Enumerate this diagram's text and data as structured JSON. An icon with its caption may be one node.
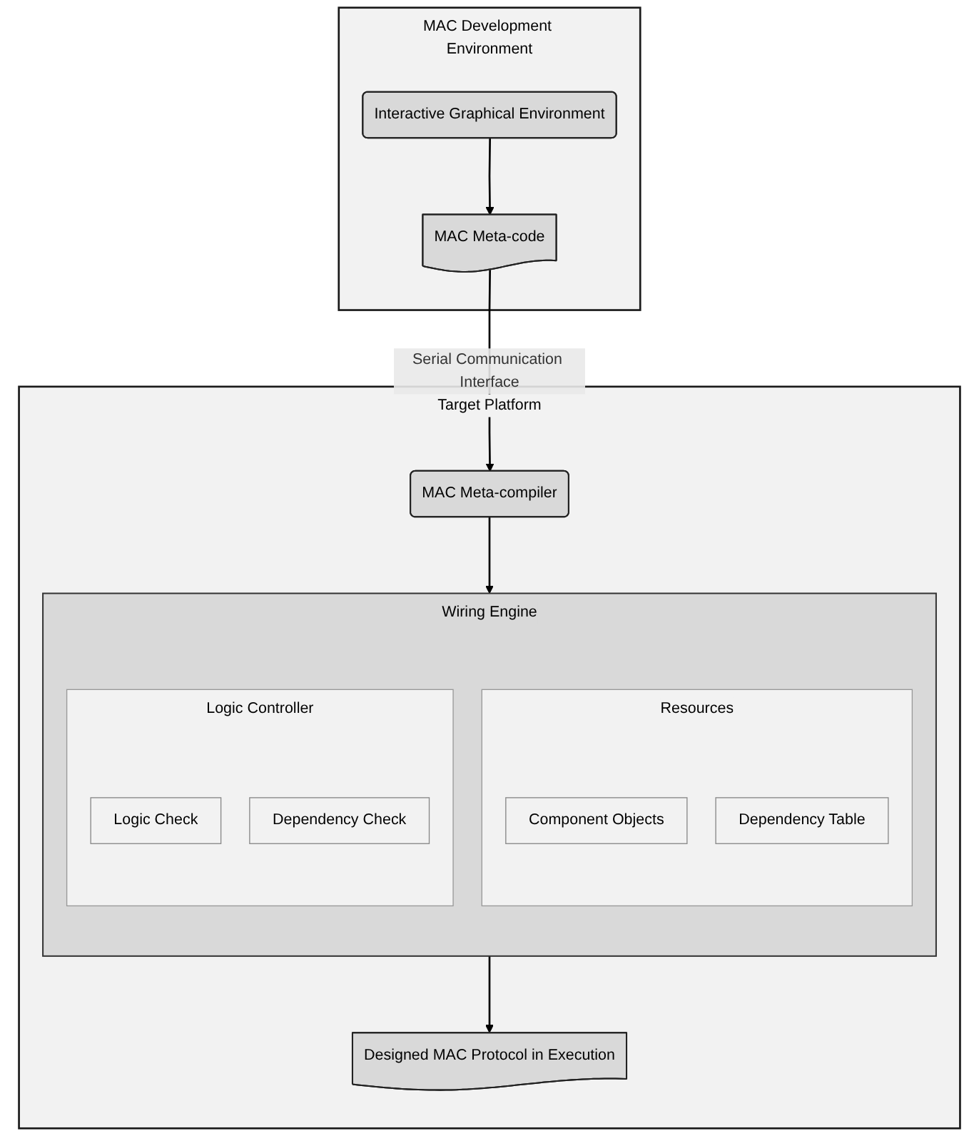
{
  "diagram": {
    "nodes": [
      {
        "text": [
          "MAC Development Environment"
        ]
      },
      {
        "text": [
          "Interactive Graphical Environment"
        ],
        "in": 0
      },
      {
        "text": [
          "MAC Meta-code"
        ],
        "in": 0
      },
      {
        "text": [
          "Target Platform"
        ]
      },
      {
        "text": [
          "MAC Meta-compiler"
        ],
        "in": 3
      },
      {
        "text": [
          "Wiring Engine"
        ],
        "in": 3
      },
      {
        "text": [
          "Resources"
        ],
        "in": 5
      },
      {
        "text": [
          "Component Objects"
        ],
        "in": 6
      },
      {
        "text": [
          "Dependency Table"
        ],
        "in": 6
      },
      {
        "text": [
          "Logic Controller"
        ],
        "in": 5
      },
      {
        "text": [
          "Logic Check"
        ],
        "in": 9
      },
      {
        "text": [
          "Dependency Check"
        ],
        "in": 9
      },
      {
        "text": [
          "Designed MAC Protocol in Execution"
        ],
        "in": 3
      }
    ],
    "edges": [
      {
        "from": 1,
        "to": 2,
        "arrow": "to"
      },
      {
        "from": 2,
        "to": 4,
        "arrow": "to",
        "label": "Serial Communication Interface"
      },
      {
        "from": 4,
        "to": 5,
        "arrow": "to"
      },
      {
        "from": 5,
        "to": 12,
        "arrow": "to"
      }
    ]
  }
}
